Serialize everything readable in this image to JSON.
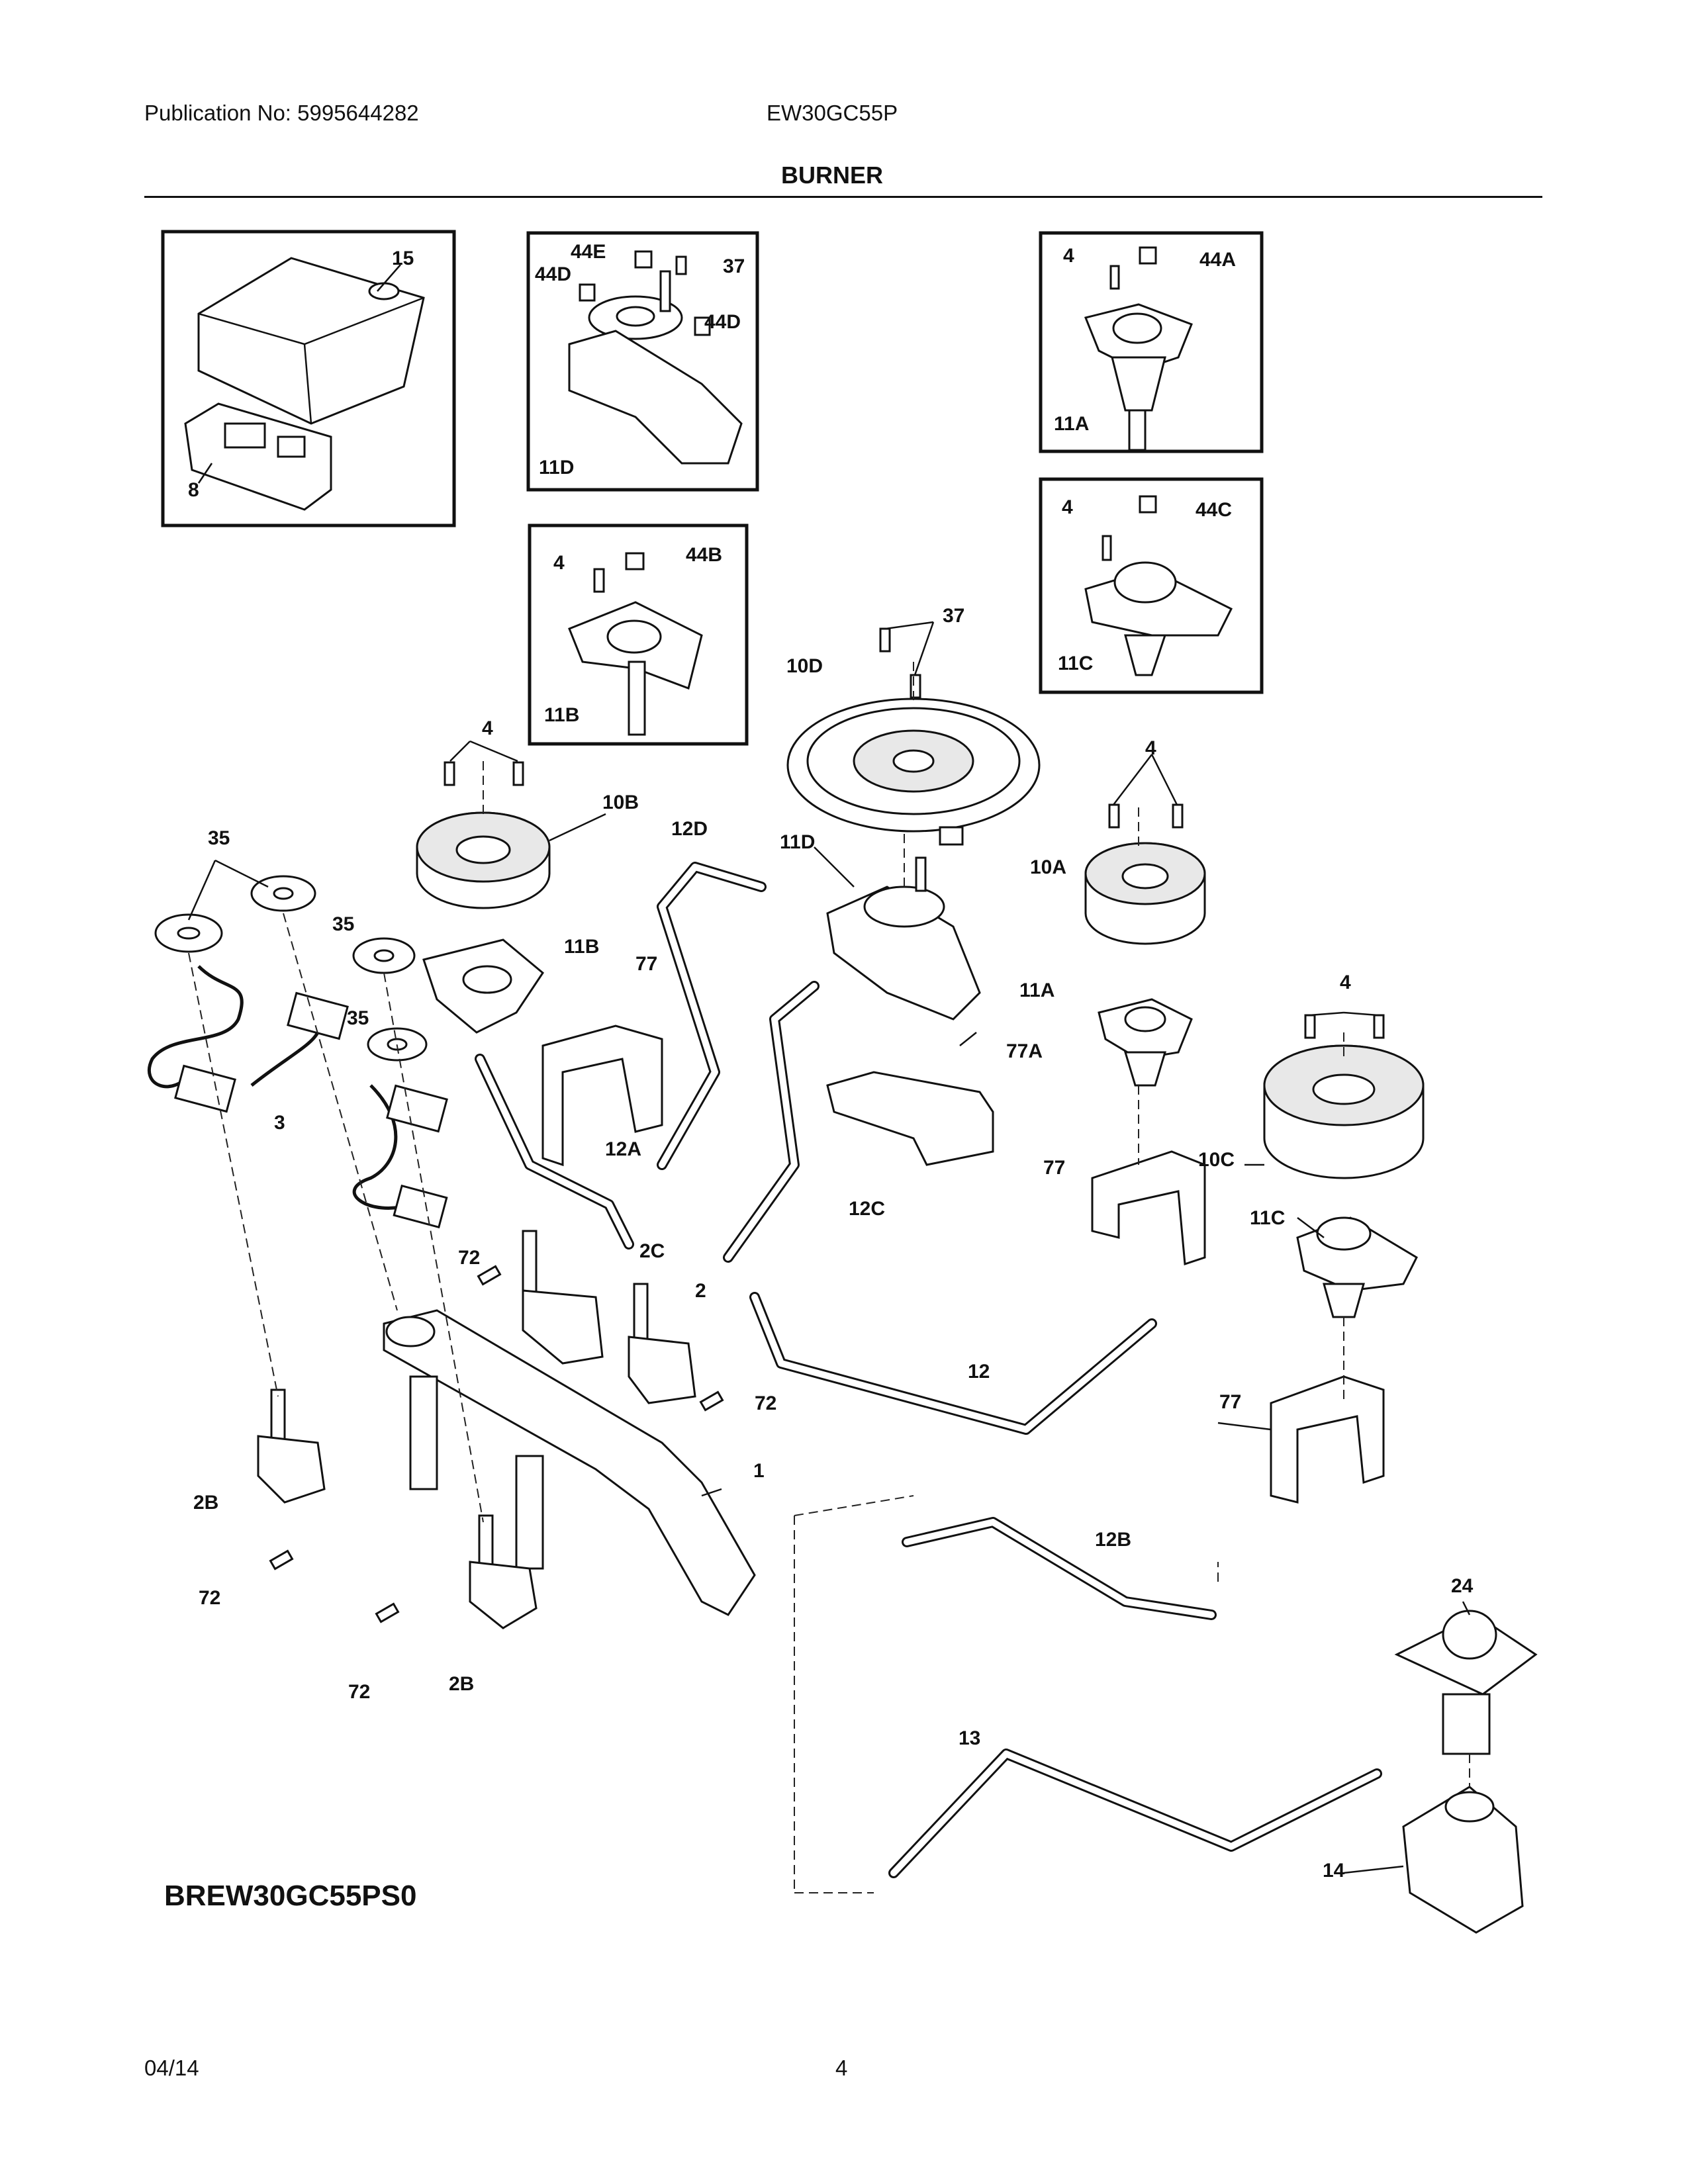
{
  "header": {
    "publication": "Publication No: 5995644282",
    "model": "EW30GC55P",
    "section_title": "BURNER"
  },
  "model_code": "BREW30GC55PS0",
  "footer": {
    "date": "04/14",
    "page": "4"
  },
  "callouts": {
    "c15": "15",
    "c8": "8",
    "c44E": "44E",
    "c37_box": "37",
    "c44D_a": "44D",
    "c44D_b": "44D",
    "c11D_box": "11D",
    "c4_11A": "4",
    "c44A": "44A",
    "c11A_box": "11A",
    "c4_11C": "4",
    "c44C": "44C",
    "c11C_box": "11C",
    "c4_11B": "4",
    "c44B": "44B",
    "c11B_box": "11B",
    "c37": "37",
    "c10D": "10D",
    "c4_10B": "4",
    "c10B": "10B",
    "c35_a": "35",
    "c35_b": "35",
    "c35_c": "35",
    "c12D": "12D",
    "c11D": "11D",
    "c11B": "11B",
    "c77_a": "77",
    "c4_10A": "4",
    "c10A": "10A",
    "c11A": "11A",
    "c77A": "77A",
    "c4_10C": "4",
    "c3": "3",
    "c12A": "12A",
    "c12C": "12C",
    "c77_b": "77",
    "c10C": "10C",
    "c11C": "11C",
    "c72_a": "72",
    "c2C": "2C",
    "c2": "2",
    "c12": "12",
    "c72_b": "72",
    "c77_c": "77",
    "c2B_a": "2B",
    "c1": "1",
    "c12B": "12B",
    "c72_c": "72",
    "c24": "24",
    "c72_d": "72",
    "c2B_b": "2B",
    "c13": "13",
    "c14": "14"
  }
}
